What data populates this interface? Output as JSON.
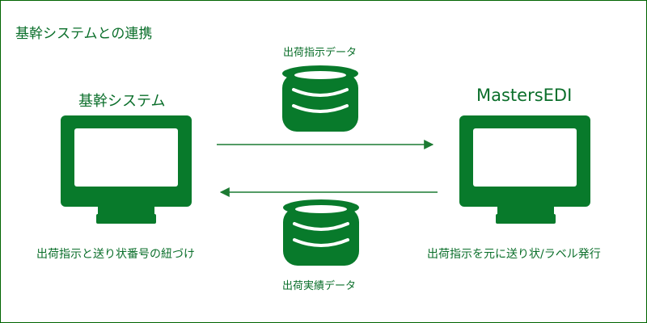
{
  "title": "基幹システムとの連携",
  "systems": {
    "left": {
      "name": "基幹システム",
      "description": "出荷指示と送り状番号の紐づけ",
      "icon": "monitor-icon"
    },
    "right": {
      "name": "MastersEDI",
      "description": "出荷指示を元に送り状/ラベル発行",
      "icon": "monitor-icon"
    }
  },
  "flows": {
    "top": {
      "label": "出荷指示データ",
      "icon": "database-icon",
      "direction": "right"
    },
    "bottom": {
      "label": "出荷実績データ",
      "icon": "database-icon",
      "direction": "left"
    }
  },
  "colors": {
    "primary": "#087a2b",
    "line": "#1c7a32",
    "border": "#006400"
  }
}
